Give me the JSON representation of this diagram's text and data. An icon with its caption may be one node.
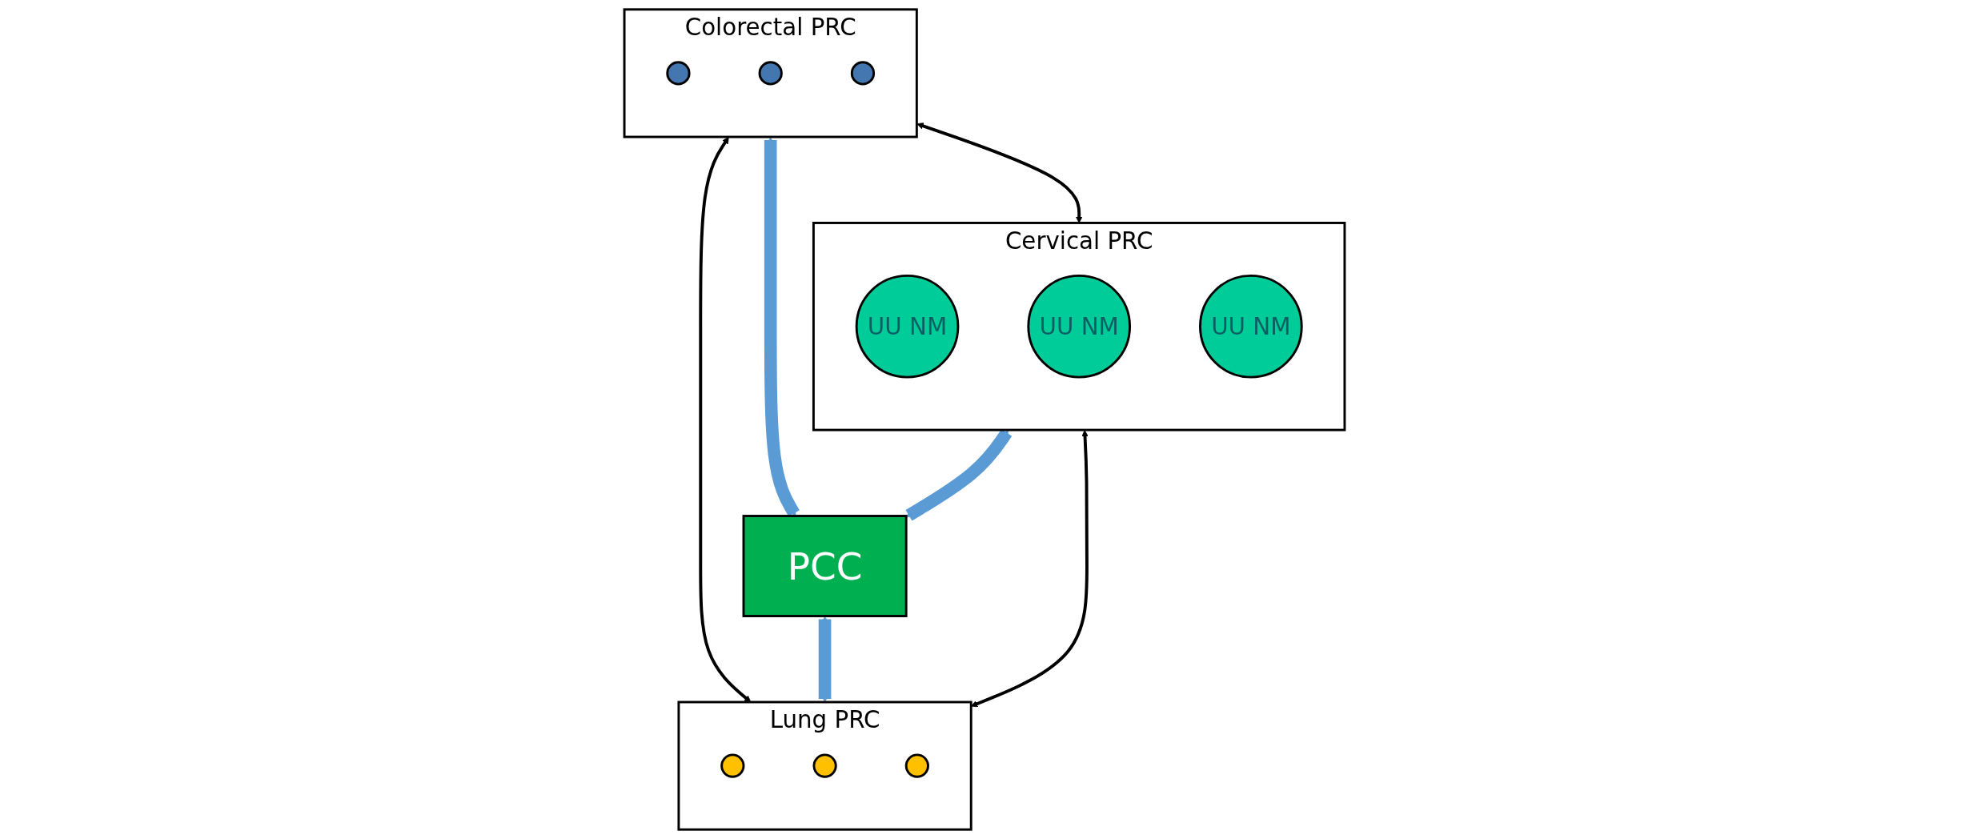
{
  "diagram": {
    "nodes": [
      {
        "text": [
          "Colorectal PRC"
        ]
      },
      {
        "text": [],
        "shape": "circle",
        "in": 0
      },
      {
        "text": [],
        "shape": "circle",
        "in": 0
      },
      {
        "text": [],
        "shape": "circle",
        "in": 0
      },
      {
        "text": [
          "Cervical PRC"
        ]
      },
      {
        "text": [
          "UU NM"
        ],
        "in": 4
      },
      {
        "text": [
          "UU NM"
        ],
        "in": 4
      },
      {
        "text": [
          "UU NM"
        ],
        "in": 4
      },
      {
        "text": [
          "PCC"
        ]
      },
      {
        "text": [
          "Lung PRC"
        ]
      },
      {
        "text": [],
        "shape": "circle",
        "in": 9
      },
      {
        "text": [],
        "shape": "circle",
        "in": 9
      },
      {
        "text": [],
        "shape": "circle",
        "in": 9
      }
    ],
    "edges": [
      {
        "from": 0,
        "to": 4,
        "arrow": "both"
      },
      {
        "from": 0,
        "to": 9,
        "arrow": "both"
      },
      {
        "from": 0,
        "to": 8,
        "arrow": "both",
        "style": "thick",
        "color": "#5b9bd5"
      },
      {
        "from": 4,
        "to": 8,
        "arrow": "both",
        "style": "thick",
        "color": "#5b9bd5"
      },
      {
        "from": 8,
        "to": 9,
        "arrow": "both",
        "style": "thick",
        "color": "#5b9bd5"
      },
      {
        "from": 4,
        "to": 9,
        "arrow": "both"
      }
    ]
  }
}
